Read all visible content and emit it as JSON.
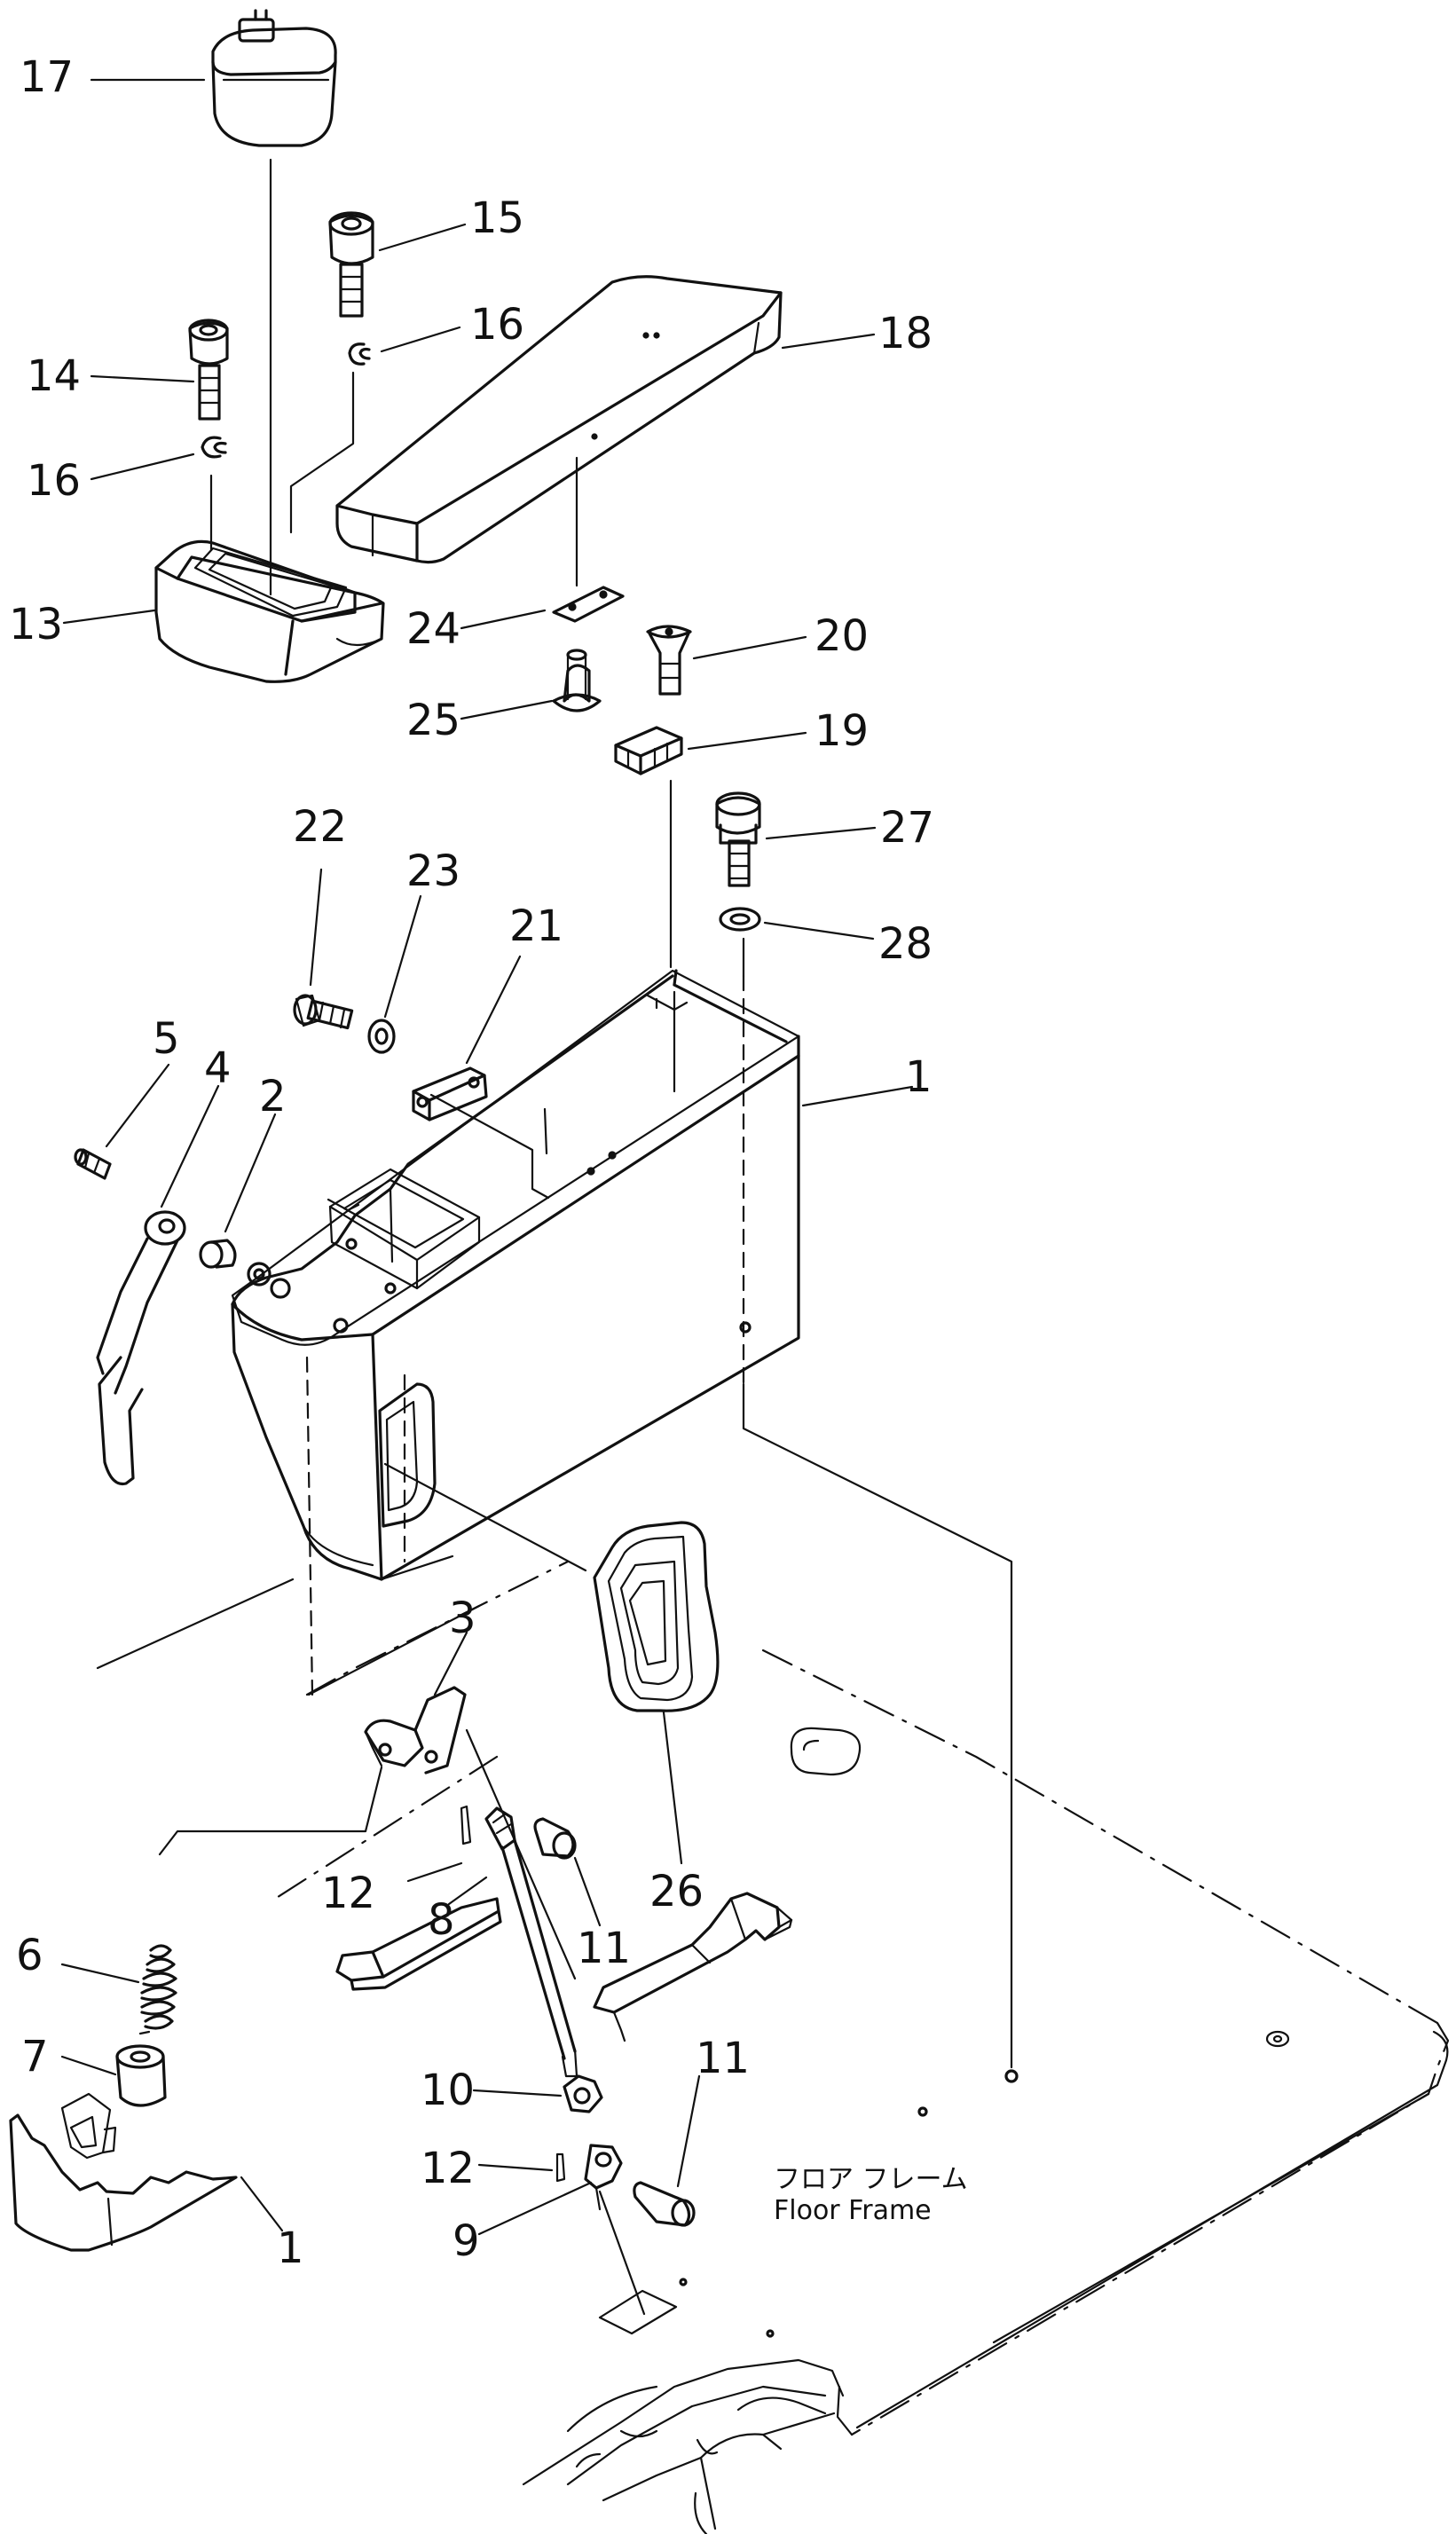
{
  "diagram": {
    "callouts": [
      {
        "id": "p17",
        "text": "17"
      },
      {
        "id": "p15",
        "text": "15"
      },
      {
        "id": "p16a",
        "text": "16"
      },
      {
        "id": "p18",
        "text": "18"
      },
      {
        "id": "p14",
        "text": "14"
      },
      {
        "id": "p16b",
        "text": "16"
      },
      {
        "id": "p13",
        "text": "13"
      },
      {
        "id": "p24",
        "text": "24"
      },
      {
        "id": "p20",
        "text": "20"
      },
      {
        "id": "p25",
        "text": "25"
      },
      {
        "id": "p19",
        "text": "19"
      },
      {
        "id": "p22",
        "text": "22"
      },
      {
        "id": "p23",
        "text": "23"
      },
      {
        "id": "p27",
        "text": "27"
      },
      {
        "id": "p21",
        "text": "21"
      },
      {
        "id": "p28",
        "text": "28"
      },
      {
        "id": "p5",
        "text": "5"
      },
      {
        "id": "p4",
        "text": "4"
      },
      {
        "id": "p2",
        "text": "2"
      },
      {
        "id": "p1a",
        "text": "1"
      },
      {
        "id": "p3",
        "text": "3"
      },
      {
        "id": "p12a",
        "text": "12"
      },
      {
        "id": "p8",
        "text": "8"
      },
      {
        "id": "p11a",
        "text": "11"
      },
      {
        "id": "p26",
        "text": "26"
      },
      {
        "id": "p6",
        "text": "6"
      },
      {
        "id": "p7",
        "text": "7"
      },
      {
        "id": "p10",
        "text": "10"
      },
      {
        "id": "p11b",
        "text": "11"
      },
      {
        "id": "p12b",
        "text": "12"
      },
      {
        "id": "p9",
        "text": "9"
      },
      {
        "id": "p1b",
        "text": "1"
      }
    ],
    "floor_label": {
      "japanese": "フロア フレーム",
      "english": "Floor Frame"
    }
  }
}
